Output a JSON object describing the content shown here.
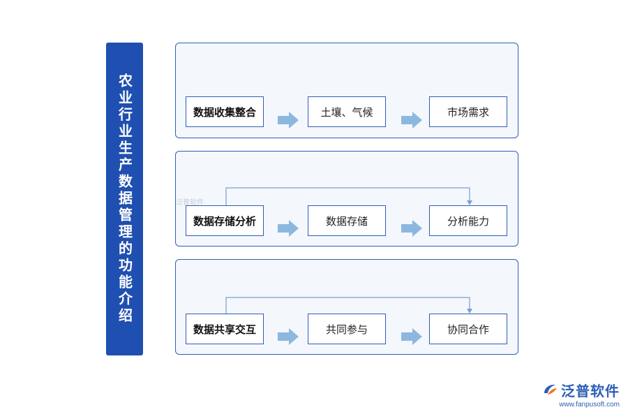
{
  "sidebar": {
    "title": "农业行业生产数据管理的功能介绍"
  },
  "panels": [
    {
      "main": "数据收集整合",
      "step2": "土壤、气候",
      "step3": "市场需求"
    },
    {
      "main": "数据存储分析",
      "step2": "数据存储",
      "step3": "分析能力"
    },
    {
      "main": "数据共享交互",
      "step2": "共同参与",
      "step3": "协同合作"
    }
  ],
  "watermark": "泛普软件",
  "logo": {
    "name": "泛普软件",
    "url": "www.fanpusoft.com"
  },
  "colors": {
    "accent": "#1f4fb0",
    "border": "#2d5fb6",
    "arrow": "#8cb8e0",
    "connector": "#7b9fd3"
  }
}
